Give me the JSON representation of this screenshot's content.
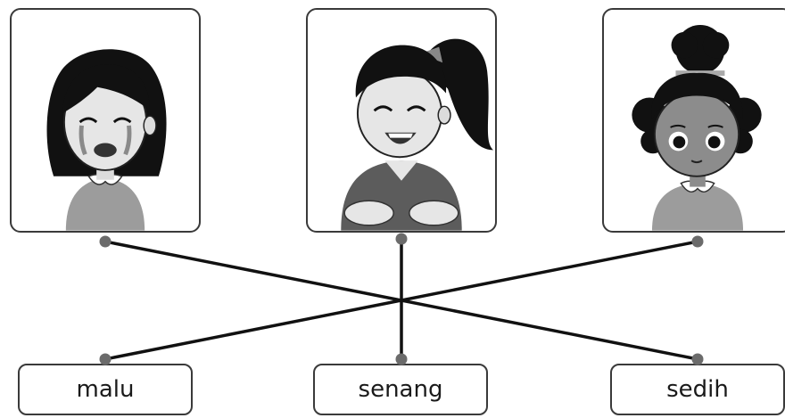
{
  "words": {
    "w1": "malu",
    "w2": "senang",
    "w3": "sedih"
  },
  "pictures": {
    "p1": {
      "icon": "crying-girl-icon"
    },
    "p2": {
      "icon": "laughing-girl-icon"
    },
    "p3": {
      "icon": "shy-girl-icon"
    }
  },
  "matches": [
    {
      "picture": "p1",
      "word": "w3"
    },
    {
      "picture": "p2",
      "word": "w2"
    },
    {
      "picture": "p3",
      "word": "w1"
    }
  ],
  "colors": {
    "line": "#111111",
    "dot": "#6b6b6b",
    "border": "#3a3a3a"
  }
}
